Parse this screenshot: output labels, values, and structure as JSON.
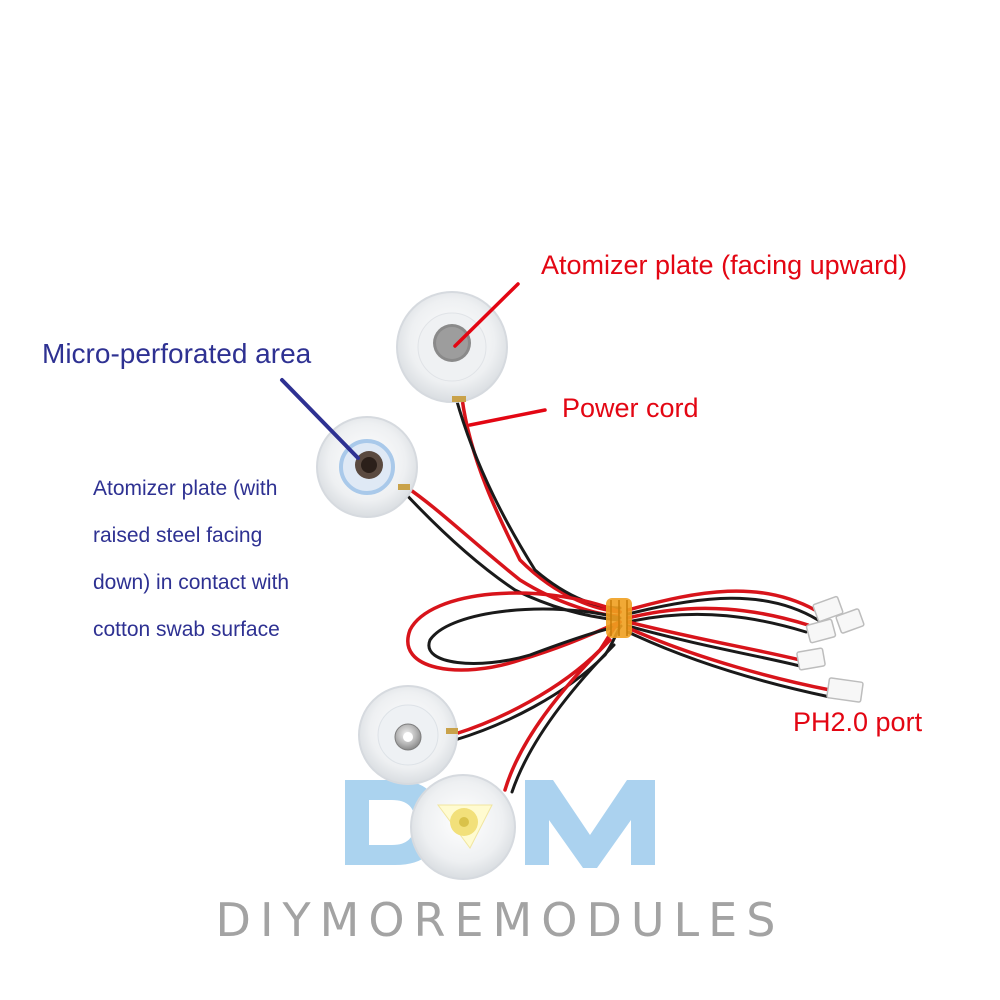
{
  "labels": {
    "atomizer_up": "Atomizer plate (facing upward)",
    "power_cord": "Power cord",
    "ph20_port": "PH2.0 port",
    "micro_perforated": "Micro-perforated area",
    "atomizer_down_lines": [
      "Atomizer plate (with",
      "raised steel facing",
      "down) in contact with",
      "cotton swab surface"
    ]
  },
  "watermark": {
    "logo_letters": "DM",
    "brand": "DIYMOREMODULES"
  },
  "colors": {
    "label_red": "#e30613",
    "label_navy": "#2e3192",
    "wire_red": "#d8141b",
    "wire_black": "#1a1a1a",
    "watermark_blue": "#8fc4ea",
    "watermark_gray": "#a3a3a3",
    "tie_orange": "#f0a020"
  }
}
